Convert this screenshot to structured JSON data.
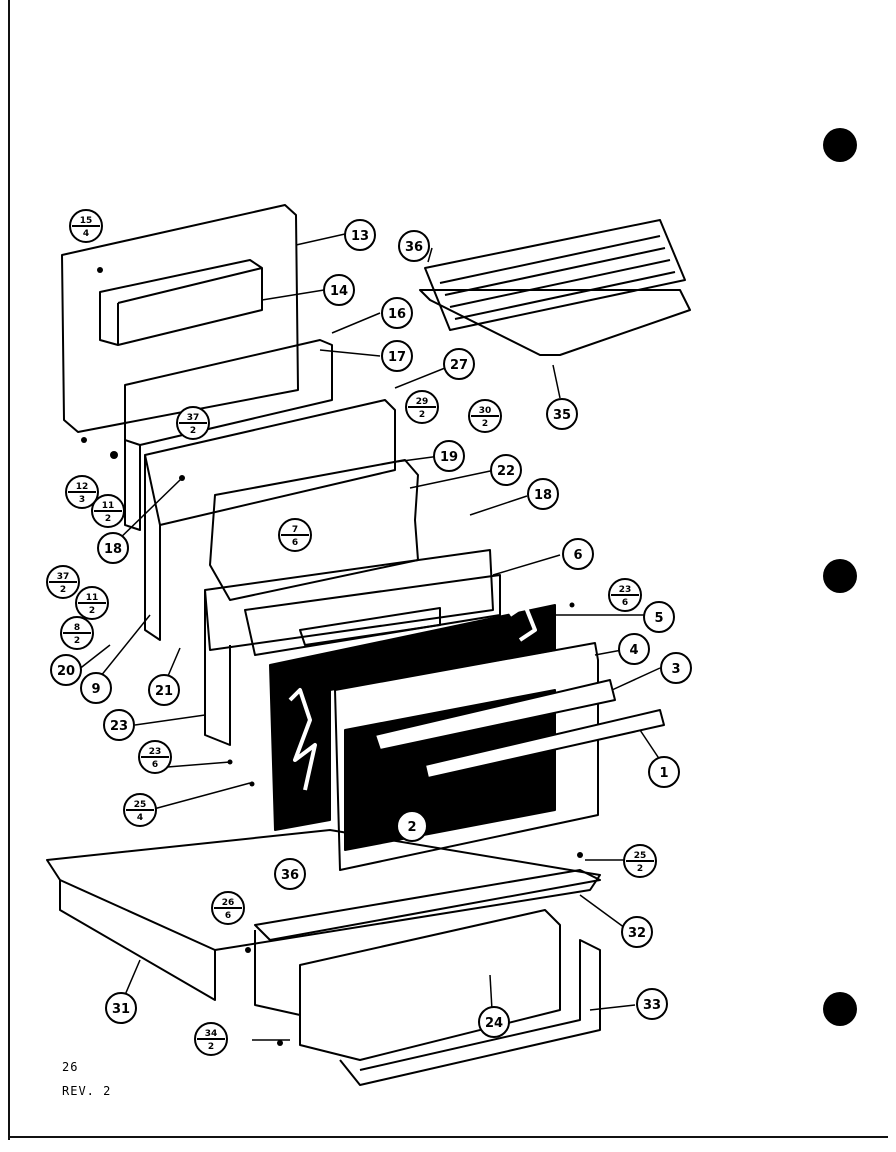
{
  "page": {
    "page_number": "26",
    "revision": "REV. 2"
  },
  "callouts": {
    "c13": "13",
    "c14": "14",
    "c16": "16",
    "c17": "17",
    "c27": "27",
    "c36a": "36",
    "c35": "35",
    "c15_top": "15",
    "c15_bot": "4",
    "c37_top": "37",
    "c37_bot": "2",
    "c29_top": "29",
    "c29_bot": "2",
    "c30_top": "30",
    "c30_bot": "2",
    "c19": "19",
    "c22": "22",
    "c18a": "18",
    "c12_top": "12",
    "c12_bot": "3",
    "c11a_top": "11",
    "c11a_bot": "2",
    "c18b": "18",
    "c7_top": "7",
    "c7_bot": "6",
    "c6": "6",
    "c37b_top": "37",
    "c37b_bot": "2",
    "c11b_top": "11",
    "c11b_bot": "2",
    "c8_top": "8",
    "c8_bot": "2",
    "c20": "20",
    "c9": "9",
    "c21": "21",
    "c23a": "23",
    "c23b_top": "23",
    "c23b_bot": "6",
    "c23c_top": "23",
    "c23c_bot": "6",
    "c5": "5",
    "c4": "4",
    "c3": "3",
    "c1": "1",
    "c2": "2",
    "c25a_top": "25",
    "c25a_bot": "4",
    "c25b_top": "25",
    "c25b_bot": "2",
    "c36b": "36",
    "c32": "32",
    "c26_top": "26",
    "c26_bot": "6",
    "c31": "31",
    "c24": "24",
    "c33": "33",
    "c34_top": "34",
    "c34_bot": "2"
  }
}
